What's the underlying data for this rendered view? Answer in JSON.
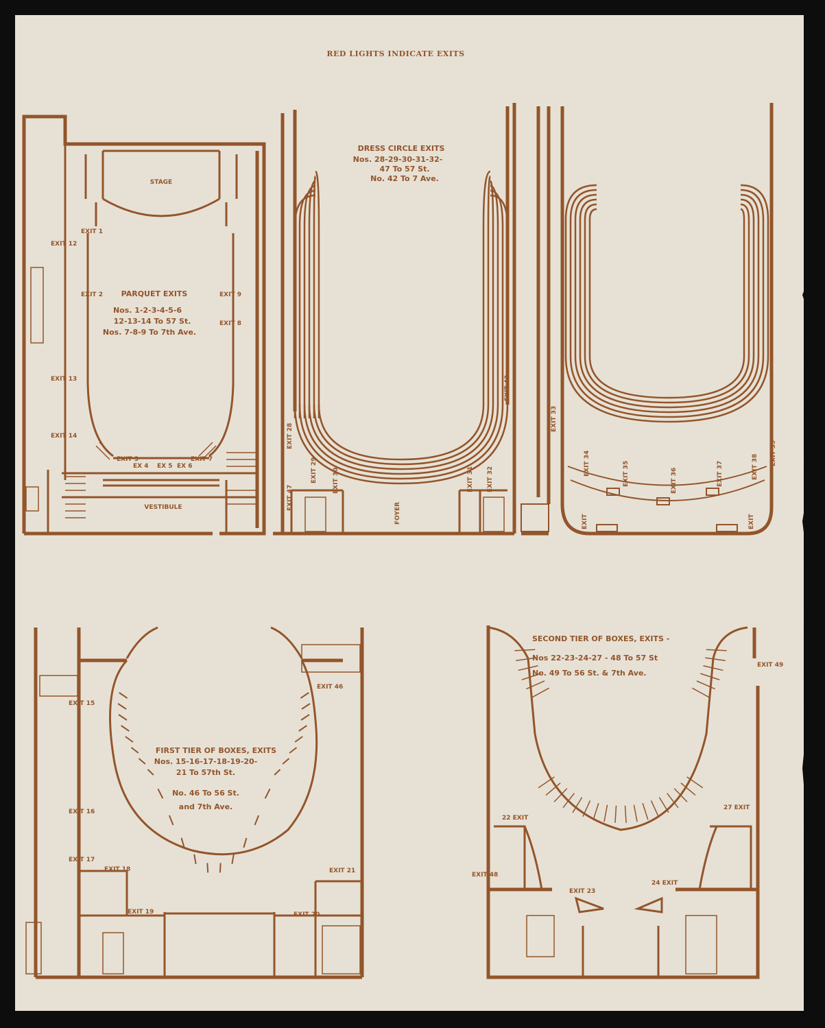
{
  "header": "RED LIGHTS INDICATE EXITS",
  "colors": {
    "ink": "#93552b",
    "paper": "#e7e1d5",
    "background": "#0d0d0d"
  },
  "parquet": {
    "title": "PARQUET EXITS",
    "lines": [
      "Nos. 1-2-3-4-5-6",
      "12-13-14 To 57 St.",
      "Nos. 7-8-9 To 7th Ave."
    ],
    "stage": "STAGE",
    "vestibule": "VESTIBULE",
    "exits": [
      "EXIT 1",
      "EXIT 2",
      "EXIT 3",
      "EX 4",
      "EX 5",
      "EX 6",
      "EXIT 7",
      "EXIT 8",
      "EXIT 9",
      "EXIT 12",
      "EXIT 13",
      "EXIT 14"
    ]
  },
  "dress_circle": {
    "title": "DRESS CIRCLE EXITS",
    "lines": [
      "Nos. 28-29-30-31-32-",
      "47 To 57 St.",
      "No. 42 To 7 Ave."
    ],
    "foyer": "FOYER",
    "exits": [
      "EXIT 28",
      "EXIT 29",
      "EXIT 30",
      "EXIT 31",
      "EXIT 32",
      "EXIT 47",
      "EXIT 42"
    ]
  },
  "balcony": {
    "exits": [
      "EXIT 33",
      "EXIT 34",
      "EXIT 35",
      "EXIT 36",
      "EXIT 37",
      "EXIT 38",
      "EXIT 39",
      "EXIT",
      "EXIT"
    ]
  },
  "first_tier": {
    "title": "FIRST TIER OF BOXES, EXITS",
    "lines": [
      "Nos. 15-16-17-18-19-20-",
      "21 To 57th St.",
      "No. 46 To 56 St.",
      "and 7th Ave."
    ],
    "exits": [
      "EXIT 15",
      "EXIT 16",
      "EXIT 17",
      "EXIT 18",
      "EXIT 19",
      "EXIT 20",
      "EXIT 21",
      "EXIT 46"
    ]
  },
  "second_tier": {
    "title": "SECOND TIER OF BOXES, EXITS -",
    "lines": [
      "Nos 22-23-24-27 - 48 To 57 St",
      "No. 49 To 56 St. & 7th Ave."
    ],
    "exits": [
      "22 EXIT",
      "27 EXIT",
      "EXIT 48",
      "EXIT 23",
      "24 EXIT",
      "EXIT 49"
    ]
  }
}
